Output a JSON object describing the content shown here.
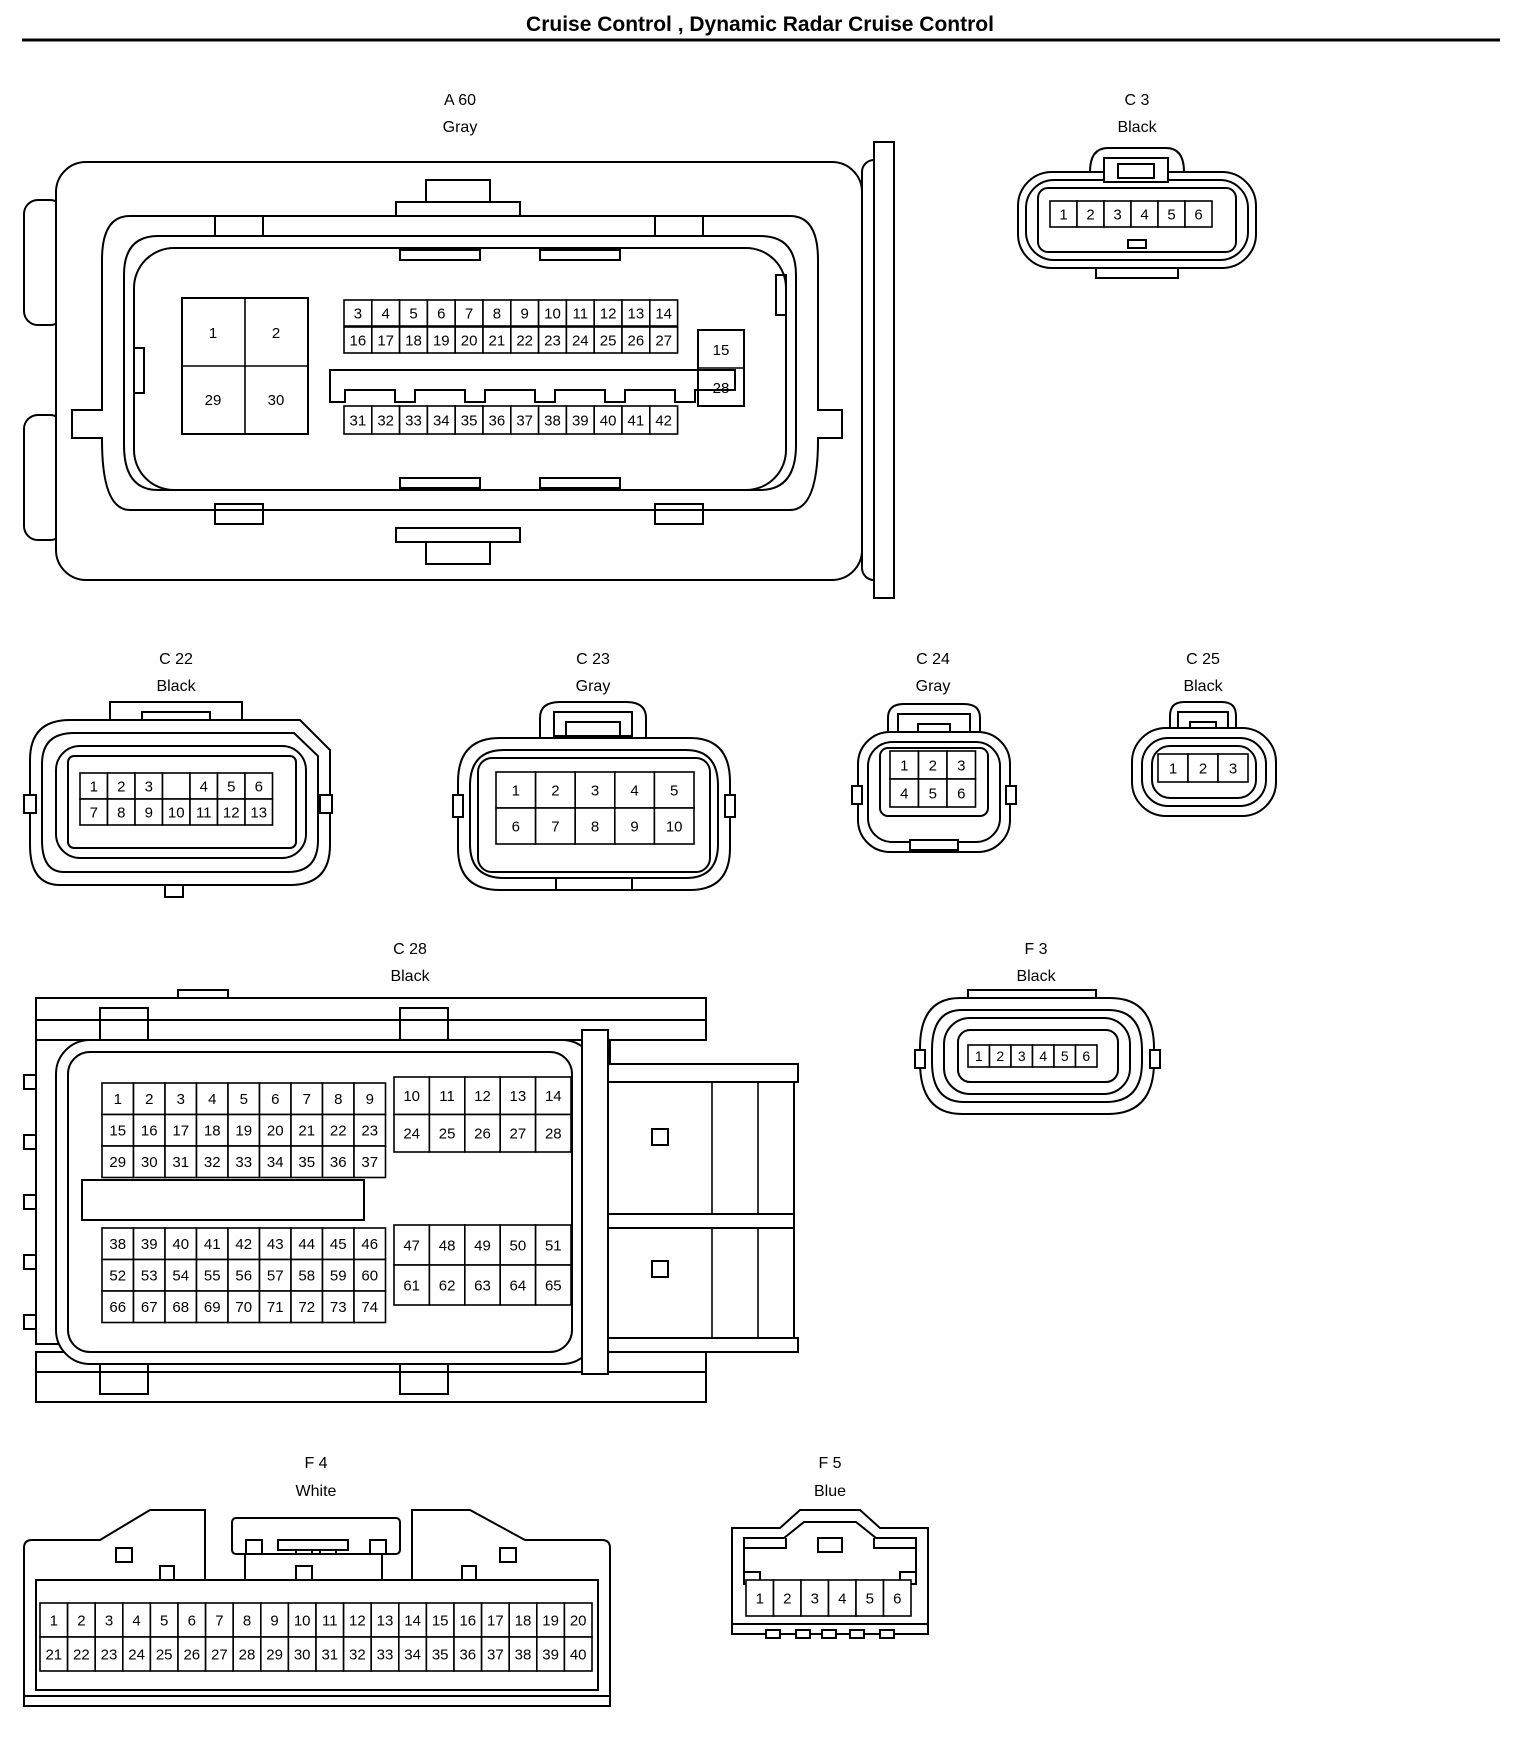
{
  "page": {
    "title": "Cruise Control , Dynamic Radar Cruise Control"
  },
  "connectors": {
    "A60": {
      "id": "A 60",
      "color": "Gray",
      "large": [
        "1",
        "2",
        "29",
        "30"
      ],
      "row1": [
        "3",
        "4",
        "5",
        "6",
        "7",
        "8",
        "9",
        "10",
        "11",
        "12",
        "13",
        "14"
      ],
      "row2": [
        "16",
        "17",
        "18",
        "19",
        "20",
        "21",
        "22",
        "23",
        "24",
        "25",
        "26",
        "27"
      ],
      "row3": [
        "31",
        "32",
        "33",
        "34",
        "35",
        "36",
        "37",
        "38",
        "39",
        "40",
        "41",
        "42"
      ],
      "side": [
        "15",
        "28"
      ]
    },
    "C3": {
      "id": "C 3",
      "color": "Black",
      "pins": [
        "1",
        "2",
        "3",
        "4",
        "5",
        "6"
      ]
    },
    "C22": {
      "id": "C 22",
      "color": "Black",
      "row1": [
        "1",
        "2",
        "3",
        "",
        "4",
        "5",
        "6"
      ],
      "row2": [
        "7",
        "8",
        "9",
        "10",
        "11",
        "12",
        "13"
      ]
    },
    "C23": {
      "id": "C 23",
      "color": "Gray",
      "row1": [
        "1",
        "2",
        "3",
        "4",
        "5"
      ],
      "row2": [
        "6",
        "7",
        "8",
        "9",
        "10"
      ]
    },
    "C24": {
      "id": "C 24",
      "color": "Gray",
      "row1": [
        "1",
        "2",
        "3"
      ],
      "row2": [
        "4",
        "5",
        "6"
      ]
    },
    "C25": {
      "id": "C 25",
      "color": "Black",
      "pins": [
        "1",
        "2",
        "3"
      ]
    },
    "C28": {
      "id": "C 28",
      "color": "Black",
      "tl": [
        [
          "1",
          "2",
          "3",
          "4",
          "5",
          "6",
          "7",
          "8",
          "9"
        ],
        [
          "15",
          "16",
          "17",
          "18",
          "19",
          "20",
          "21",
          "22",
          "23"
        ],
        [
          "29",
          "30",
          "31",
          "32",
          "33",
          "34",
          "35",
          "36",
          "37"
        ]
      ],
      "tr": [
        [
          "10",
          "11",
          "12",
          "13",
          "14"
        ],
        [
          "24",
          "25",
          "26",
          "27",
          "28"
        ]
      ],
      "bl": [
        [
          "38",
          "39",
          "40",
          "41",
          "42",
          "43",
          "44",
          "45",
          "46"
        ],
        [
          "52",
          "53",
          "54",
          "55",
          "56",
          "57",
          "58",
          "59",
          "60"
        ],
        [
          "66",
          "67",
          "68",
          "69",
          "70",
          "71",
          "72",
          "73",
          "74"
        ]
      ],
      "br": [
        [
          "47",
          "48",
          "49",
          "50",
          "51"
        ],
        [
          "61",
          "62",
          "63",
          "64",
          "65"
        ]
      ]
    },
    "F3": {
      "id": "F 3",
      "color": "Black",
      "pins": [
        "1",
        "2",
        "3",
        "4",
        "5",
        "6"
      ]
    },
    "F4": {
      "id": "F 4",
      "color": "White",
      "row1": [
        "1",
        "2",
        "3",
        "4",
        "5",
        "6",
        "7",
        "8",
        "9",
        "10",
        "11",
        "12",
        "13",
        "14",
        "15",
        "16",
        "17",
        "18",
        "19",
        "20"
      ],
      "row2": [
        "21",
        "22",
        "23",
        "24",
        "25",
        "26",
        "27",
        "28",
        "29",
        "30",
        "31",
        "32",
        "33",
        "34",
        "35",
        "36",
        "37",
        "38",
        "39",
        "40"
      ]
    },
    "F5": {
      "id": "F 5",
      "color": "Blue",
      "pins": [
        "1",
        "2",
        "3",
        "4",
        "5",
        "6"
      ]
    }
  }
}
